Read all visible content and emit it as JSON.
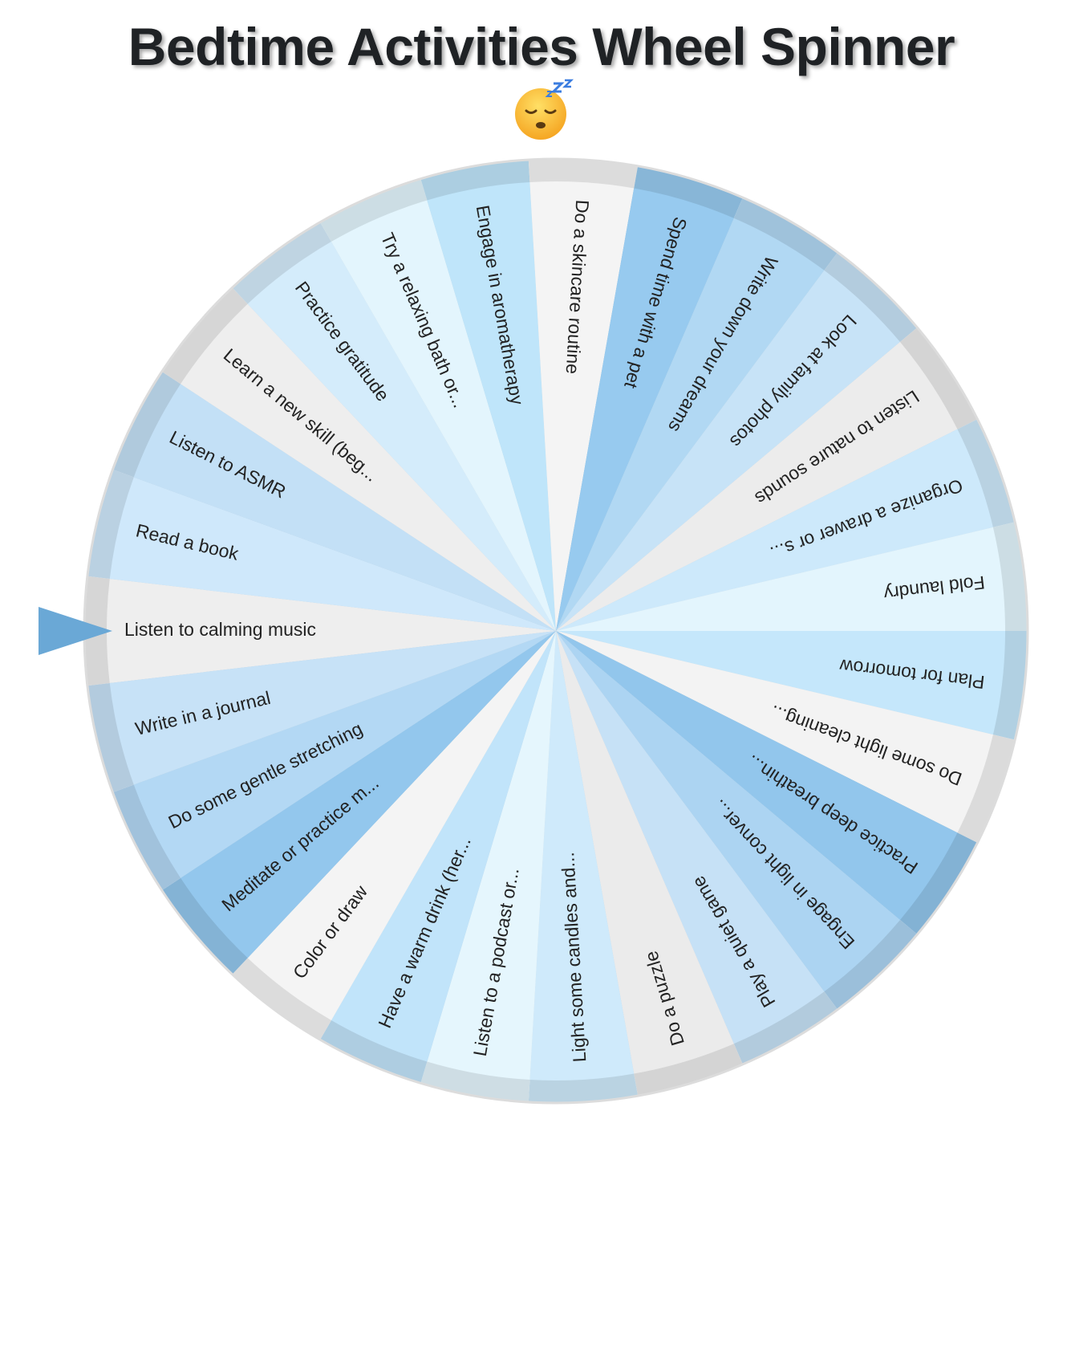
{
  "header": {
    "title": "Bedtime Activities Wheel Spinner",
    "emoji": "sleeping-face-icon"
  },
  "wheel": {
    "selected_index": 0,
    "segments": [
      {
        "label": "Listen to calming music",
        "color": "#eeeeee"
      },
      {
        "label": "Read a book",
        "color": "#cfe8fb"
      },
      {
        "label": "Listen to ASMR",
        "color": "#c3e0f6"
      },
      {
        "label": "Learn a new skill (beg...",
        "color": "#eeeeee"
      },
      {
        "label": "Practice gratitude",
        "color": "#d4ecfb"
      },
      {
        "label": "Try a relaxing bath or...",
        "color": "#e3f5fd"
      },
      {
        "label": "Engage in aromatherapy",
        "color": "#bfe5fa"
      },
      {
        "label": "Do a skincare routine",
        "color": "#f4f4f4"
      },
      {
        "label": "Spend time with a pet",
        "color": "#97caef"
      },
      {
        "label": "Write down your dreams",
        "color": "#b1d8f3"
      },
      {
        "label": "Look at family photos",
        "color": "#c7e3f7"
      },
      {
        "label": "Listen to nature sounds",
        "color": "#ececec"
      },
      {
        "label": "Organize a drawer or s...",
        "color": "#cde9fb"
      },
      {
        "label": "Fold laundry",
        "color": "#e3f5fd"
      },
      {
        "label": "Plan for tomorrow",
        "color": "#c5e7fb"
      },
      {
        "label": "Do some light cleaning...",
        "color": "#f3f3f3"
      },
      {
        "label": "Practice deep breathin...",
        "color": "#92c6ec"
      },
      {
        "label": "Engage in light conver...",
        "color": "#acd4f2"
      },
      {
        "label": "Play a quiet game",
        "color": "#c6e1f6"
      },
      {
        "label": "Do a puzzle",
        "color": "#ebebeb"
      },
      {
        "label": "Light some candles and...",
        "color": "#cfeafb"
      },
      {
        "label": "Listen to a podcast or...",
        "color": "#e5f6fd"
      },
      {
        "label": "Have a warm drink (her...",
        "color": "#c1e4fa"
      },
      {
        "label": "Color or draw",
        "color": "#f4f4f4"
      },
      {
        "label": "Meditate or practice m...",
        "color": "#93c7ed"
      },
      {
        "label": "Do some gentle stretching",
        "color": "#b3d8f4"
      },
      {
        "label": "Write in a journal",
        "color": "#c7e2f7"
      }
    ]
  },
  "pointer": {
    "color": "#6aa8d6"
  }
}
